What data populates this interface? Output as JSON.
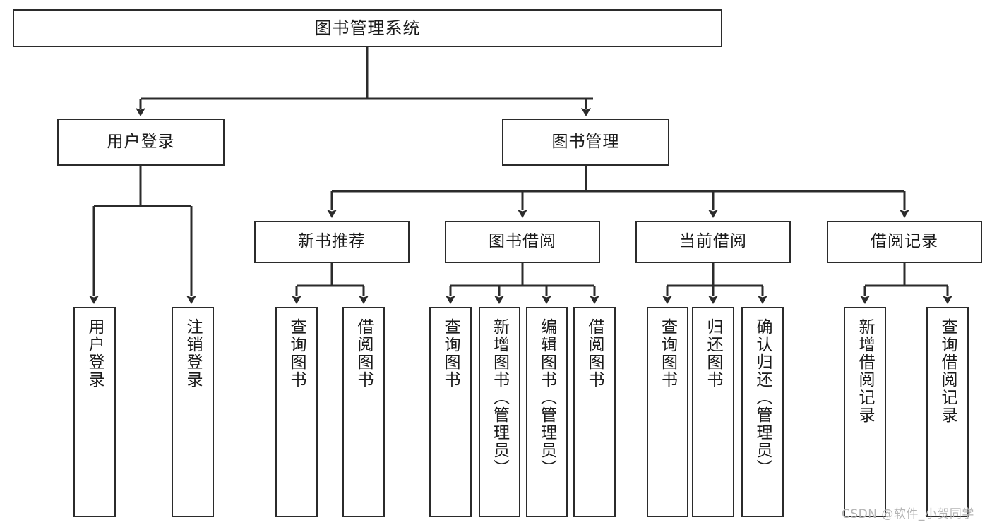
{
  "diagram": {
    "title": "图书管理系统",
    "type": "tree-hierarchy-chart",
    "root": {
      "label": "图书管理系统"
    },
    "level2": [
      {
        "label": "用户登录"
      },
      {
        "label": "图书管理"
      }
    ],
    "level3": [
      {
        "label": "新书推荐"
      },
      {
        "label": "图书借阅"
      },
      {
        "label": "当前借阅"
      },
      {
        "label": "借阅记录"
      }
    ],
    "leaves": [
      {
        "label": "用户登录",
        "parent": "用户登录"
      },
      {
        "label": "注销登录",
        "parent": "用户登录"
      },
      {
        "label": "查询图书",
        "parent": "新书推荐"
      },
      {
        "label": "借阅图书",
        "parent": "新书推荐"
      },
      {
        "label": "查询图书",
        "parent": "图书借阅"
      },
      {
        "label": "新增图书（管理员）",
        "parent": "图书借阅"
      },
      {
        "label": "编辑图书（管理员）",
        "parent": "图书借阅"
      },
      {
        "label": "借阅图书",
        "parent": "图书借阅"
      },
      {
        "label": "查询图书",
        "parent": "当前借阅"
      },
      {
        "label": "归还图书",
        "parent": "当前借阅"
      },
      {
        "label": "确认归还（管理员）",
        "parent": "当前借阅"
      },
      {
        "label": "新增借阅记录",
        "parent": "借阅记录"
      },
      {
        "label": "查询借阅记录",
        "parent": "借阅记录"
      }
    ],
    "colors": {
      "stroke": "#2b2b2b",
      "fill": "#ffffff",
      "text": "#1a1a1a",
      "watermark": "#b4b4b4"
    }
  },
  "watermark": {
    "text": "CSDN @软件_小贺同学"
  }
}
